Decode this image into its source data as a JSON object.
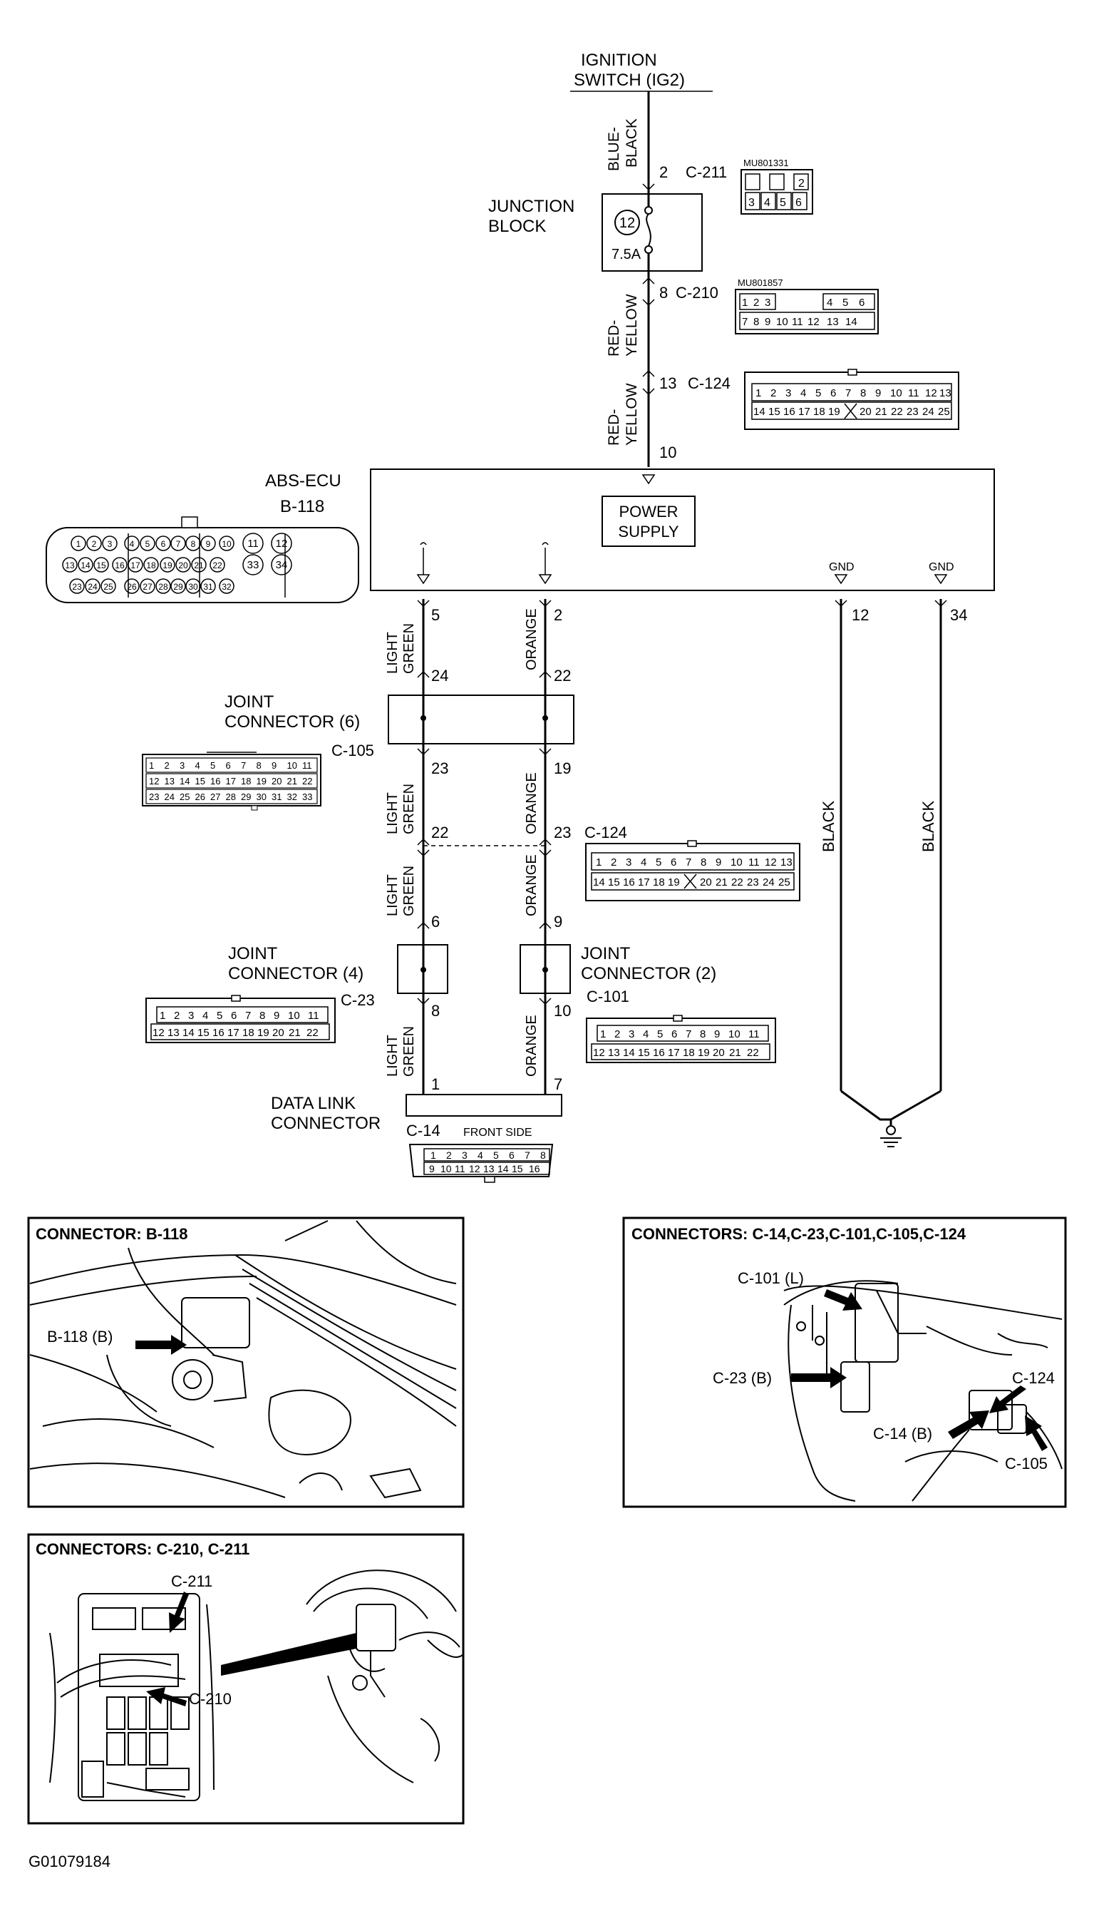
{
  "top": {
    "ignition_line1": "IGNITION",
    "ignition_line2": "SWITCH (IG2)",
    "wire_blue_black_1": "BLUE-",
    "wire_blue_black_2": "BLACK",
    "pin_2": "2",
    "c211": "C-211",
    "mu801331": "MU801331",
    "junction_line1": "JUNCTION",
    "junction_line2": "BLOCK",
    "fuse_num": "12",
    "fuse_rating": "7.5A",
    "pin_8": "8",
    "c210": "C-210",
    "mu801857": "MU801857",
    "wire_red_yellow_1": "RED-",
    "wire_red_yellow_2": "YELLOW",
    "pin_13": "13",
    "c124_top": "C-124",
    "pin_10": "10"
  },
  "ecu": {
    "title": "ABS-ECU",
    "code": "B-118",
    "power_supply_1": "POWER",
    "power_supply_2": "SUPPLY",
    "gnd1": "GND",
    "gnd2": "GND",
    "pin_12": "12",
    "pin_34": "34",
    "pin_5": "5",
    "pin_2b": "2"
  },
  "b118_connector": {
    "row1": [
      "1",
      "2",
      "3",
      "4",
      "5",
      "6",
      "7",
      "8",
      "9",
      "10",
      "11",
      "12"
    ],
    "row2": [
      "13",
      "14",
      "15",
      "16",
      "17",
      "18",
      "19",
      "20",
      "21",
      "22",
      "33",
      "34"
    ],
    "row3": [
      "23",
      "24",
      "25",
      "26",
      "27",
      "28",
      "29",
      "30",
      "31",
      "32"
    ]
  },
  "wires": {
    "light": "LIGHT",
    "green": "GREEN",
    "orange": "ORANGE",
    "black": "BLACK"
  },
  "mid": {
    "pin_24": "24",
    "pin_22a": "22",
    "jc6_line1": "JOINT",
    "jc6_line2": "CONNECTOR (6)",
    "c105": "C-105",
    "pin_23a": "23",
    "pin_19": "19",
    "pin_22b": "22",
    "pin_23b": "23",
    "c124_mid": "C-124",
    "pin_6": "6",
    "pin_9": "9",
    "jc4_line1": "JOINT",
    "jc4_line2": "CONNECTOR (4)",
    "c23": "C-23",
    "jc2_line1": "JOINT",
    "jc2_line2": "CONNECTOR (2)",
    "c101": "C-101",
    "pin_8b": "8",
    "pin_10b": "10",
    "pin_1": "1",
    "pin_7": "7",
    "dlc_line1": "DATA LINK",
    "dlc_line2": "CONNECTOR",
    "c14": "C-14",
    "front_side": "FRONT SIDE"
  },
  "photos": {
    "p1_title": "CONNECTOR: B-118",
    "p1_label": "B-118 (B)",
    "p2_title": "CONNECTORS: C-14,C-23,C-101,C-105,C-124",
    "p2_c101": "C-101 (L)",
    "p2_c23": "C-23 (B)",
    "p2_c124": "C-124",
    "p2_c14": "C-14 (B)",
    "p2_c105": "C-105",
    "p3_title": "CONNECTORS: C-210, C-211",
    "p3_c211": "C-211",
    "p3_c210": "C-210"
  },
  "footer": {
    "code": "G01079184"
  }
}
